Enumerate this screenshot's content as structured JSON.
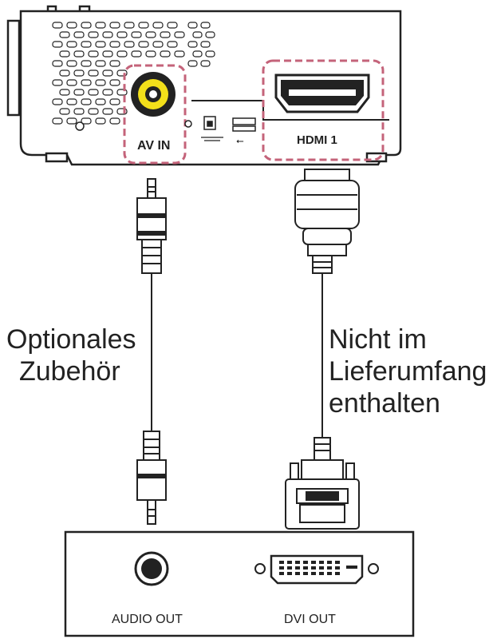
{
  "projector": {
    "av_in_label": "AV IN",
    "hdmi_label": "HDMI 1",
    "usb_symbol": "⭠"
  },
  "cables": {
    "audio_note_line1": "Optionales",
    "audio_note_line2": "Zubehör",
    "hdmi_note_line1": "Nicht im",
    "hdmi_note_line2": "Lieferumfang",
    "hdmi_note_line3": "enthalten"
  },
  "source_device": {
    "audio_out_label": "AUDIO OUT",
    "dvi_out_label": "DVI OUT"
  },
  "colors": {
    "highlight": "#c4637a",
    "rca_yellow": "#f2df1a",
    "line": "#222222"
  },
  "icons": [
    "rca-jack-icon",
    "hdmi-port-icon",
    "usb-port-icon",
    "audio-jack-icon",
    "dvi-port-icon",
    "audio-cable-icon",
    "hdmi-dvi-cable-icon"
  ]
}
